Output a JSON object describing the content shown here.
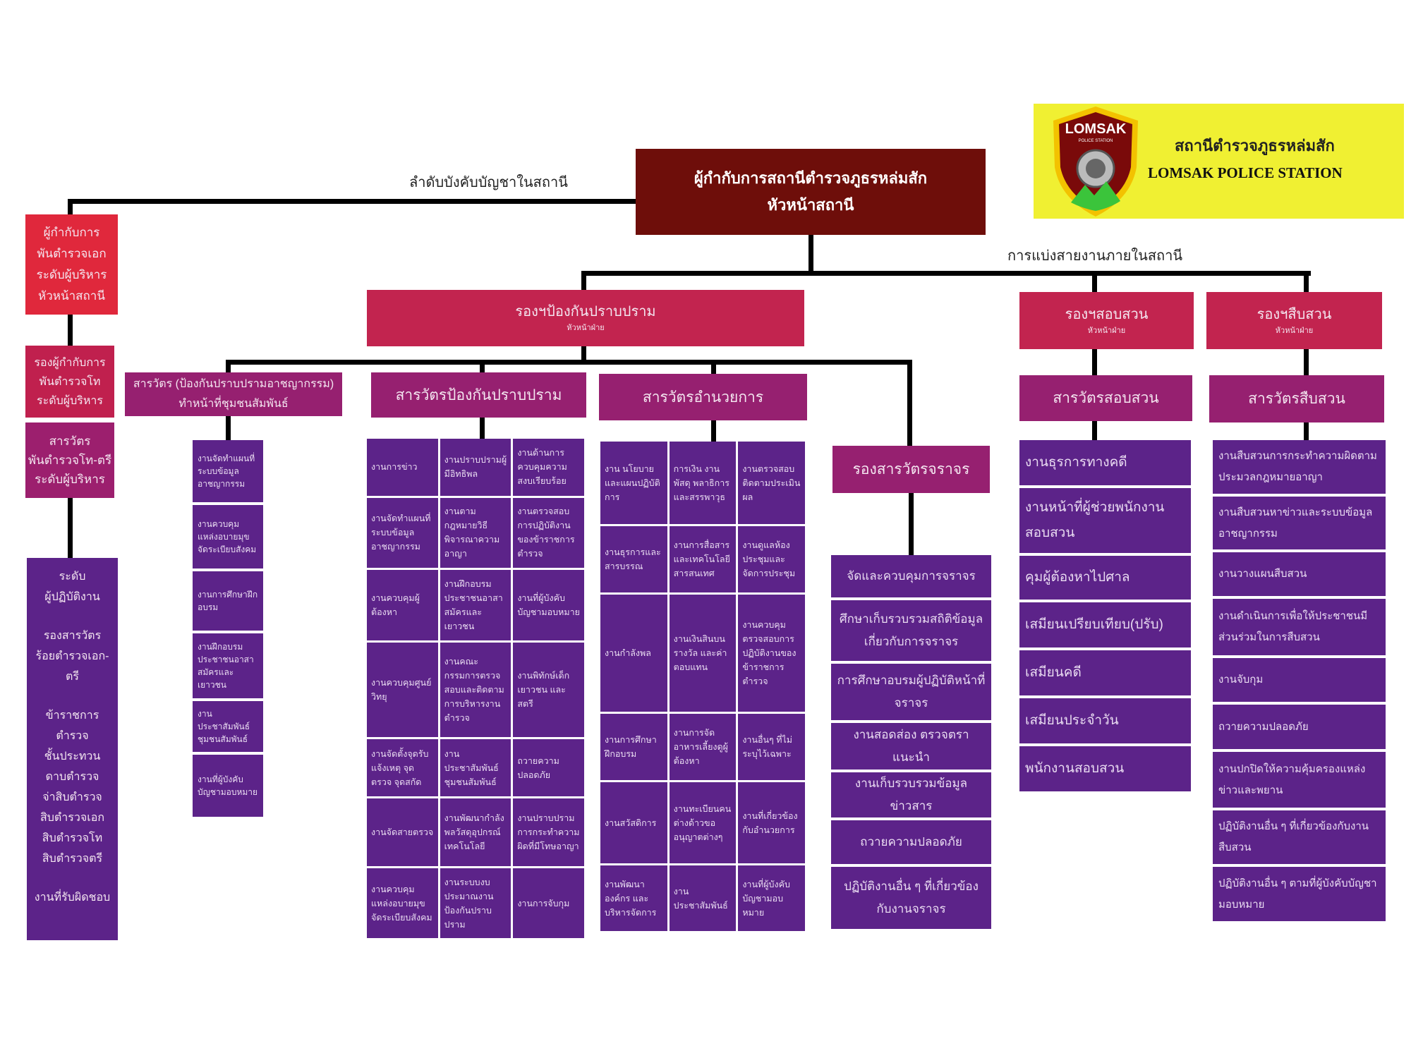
{
  "logo": {
    "badge_text": "LOMSAK",
    "badge_subtext": "POLICE STATION",
    "title_th": "สถานีตำรวจภูธรหล่มสัก",
    "title_en": "LOMSAK POLICE STATION"
  },
  "labels": {
    "chain_of_command": "ลำดับบังคับบัญชาในสถานี",
    "division_lines": "การแบ่งสายงานภายในสถานี"
  },
  "head": {
    "line1": "ผู้กำกับการสถานีตำรวจภูธรหล่มสัก",
    "line2": "หัวหน้าสถานี"
  },
  "ranks": {
    "superintendent": [
      "ผู้กำกับการ",
      "พันตำรวจเอก",
      "ระดับผู้บริหาร",
      "หัวหน้าสถานี"
    ],
    "deputy": [
      "รองผู้กำกับการ",
      "พันตำรวจโท",
      "ระดับผู้บริหาร"
    ],
    "inspector": [
      "สารวัตร",
      "พันตำรวจโท-ตรี",
      "ระดับผู้บริหาร"
    ],
    "operational": {
      "level": [
        "ระดับ",
        "ผู้ปฏิบัติงาน"
      ],
      "sub_inspector": [
        "รองสารวัตร",
        "ร้อยตำรวจเอก-",
        "ตรี"
      ],
      "ncos": [
        "ข้าราชการ",
        "ตำรวจ",
        "ชั้นประทวน",
        "ดาบตำรวจ",
        "จ่าสิบตำรวจ",
        "สิบตำรวจเอก",
        "สิบตำรวจโท",
        "สิบตำรวจตรี"
      ],
      "duties": "งานที่รับผิดชอบ"
    }
  },
  "deputies": {
    "prevention": {
      "title": "รองฯป้องกันปราบปราม",
      "sub": "หัวหน้าฝ่าย"
    },
    "inquiry": {
      "title": "รองฯสอบสวน",
      "sub": "หัวหน้าฝ่าย"
    },
    "investigation": {
      "title": "รองฯสืบสวน",
      "sub": "หัวหน้าฝ่าย"
    }
  },
  "sections": {
    "community": {
      "line1": "สารวัตร (ป้องกันปราบปรามอาชญากรรม)",
      "line2": "ทำหน้าที่ชุมชนสัมพันธ์"
    },
    "prevention": "สารวัตรป้องกันปราบปราม",
    "admin": "สารวัตรอำนวยการ",
    "traffic": "รองสารวัตรจราจร",
    "inquiry": "สารวัตรสอบสวน",
    "investigation": "สารวัตรสืบสวน"
  },
  "community_tasks": [
    "งานจัดทำแผนที่ระบบข้อมูลอาชญากรรม",
    "งานควบคุมแหล่งอบายมุขจัดระเบียบสังคม",
    "งานการศึกษาฝึกอบรม",
    "งานฝึกอบรมประชาชนอาสาสมัครและเยาวชน",
    "งานประชาสัมพันธ์ ชุมชนสัมพันธ์",
    "งานที่ผู้บังคับบัญชามอบหมาย"
  ],
  "prevention_tasks": [
    "งานการข่าว",
    "งานปราบปรามผู้มีอิทธิพล",
    "งานด้านการควบคุมความสงบเรียบร้อย",
    "งานจัดทำแผนที่ระบบข้อมูลอาชญากรรม",
    "งานตามกฎหมายวิธีพิจารณาความอาญา",
    "งานตรวจสอบการปฏิบัติงานของข้าราชการตำรวจ",
    "งานควบคุมผู้ต้องหา",
    "งานฝึกอบรมประชาชนอาสาสมัครและเยาวชน",
    "งานที่ผู้บังคับบัญชามอบหมาย",
    "งานควบคุมศูนย์วิทยุ",
    "งานคณะกรรมการตรวจสอบและติดตามการบริหารงานตำรวจ",
    "งานพิทักษ์เด็ก เยาวชน และสตรี",
    "งานจัดตั้งจุดรับแจ้งเหตุ จุดตรวจ จุดสกัด",
    "งานประชาสัมพันธ์ ชุมชนสัมพันธ์",
    "ถวายความปลอดภัย",
    "งานจัดสายตรวจ",
    "งานพัฒนากำลังพลวัสดุอุปกรณ์เทคโนโลยี",
    "งานปราบปรามการกระทำความผิดที่มีโทษอาญา",
    "งานควบคุมแหล่งอบายมุขจัดระเบียบสังคม",
    "งานระบบงบประมาณงานป้องกันปราบปราม",
    "งานการจับกุม"
  ],
  "admin_tasks": [
    "งาน นโยบายและแผนปฏิบัติการ",
    "การเงิน งานพัสดุ พลาธิการและสรรพาวุธ",
    "งานตรวจสอบติดตามประเมินผล",
    "งานธุรการและสารบรรณ",
    "งานการสื่อสารและเทคโนโลยีสารสนเทศ",
    "งานดูแลห้องประชุมและจัดการประชุม",
    "งานกำลังพล",
    "งานเงินสินบนรางวัล และค่าตอบแทน",
    "งานควบคุมตรวจสอบการปฏิบัติงานของข้าราชการตำรวจ",
    "งานการศึกษาฝึกอบรม",
    "งานการจัดอาหารเลี้ยงดูผู้ต้องหา",
    "งานอื่นๆ ที่ไม่ระบุไว้เฉพาะ",
    "งานสวัสดิการ",
    "งานทะเบียนคนต่างด้าวขออนุญาตต่างๆ",
    "งานที่เกี่ยวข้องกับอำนวยการ",
    "งานพัฒนาองค์กร และบริหารจัดการ",
    "งานประชาสัมพันธ์",
    "งานที่ผู้บังคับบัญชามอบหมาย"
  ],
  "traffic_tasks": [
    "จัดและควบคุมการจราจร",
    "ศึกษาเก็บรวบรวมสถิติข้อมูลเกี่ยวกับการจราจร",
    "การศึกษาอบรมผู้ปฏิบัติหน้าที่จราจร",
    "งานสอดส่อง ตรวจตรา แนะนำ",
    "งานเก็บรวบรวมข้อมูล ข่าวสาร",
    "ถวายความปลอดภัย",
    "ปฏิบัติงานอื่น ๆ ที่เกี่ยวข้องกับงานจราจร"
  ],
  "inquiry_tasks": [
    "งานธุรการทางคดี",
    "งานหน้าที่ผู้ช่วยพนักงานสอบสวน",
    "คุมผู้ต้องหาไปศาล",
    "เสมียนเปรียบเทียบ(ปรับ)",
    "เสมียนคดี",
    "เสมียนประจำวัน",
    "พนักงานสอบสวน"
  ],
  "investigation_tasks": [
    "งานสืบสวนการกระทำความผิดตามประมวลกฎหมายอาญา",
    "งานสืบสวนหาข่าวและระบบข้อมูลอาชญากรรม",
    "งานวางแผนสืบสวน",
    "งานดำเนินการเพื่อให้ประชาชนมีส่วนร่วมในการสืบสวน",
    "งานจับกุม",
    "ถวายความปลอดภัย",
    "งานปกปิดให้ความคุ้มครองแหล่งข่าวและพยาน",
    "ปฏิบัติงานอื่น ๆ ที่เกี่ยวข้องกับงานสืบสวน",
    "ปฏิบัติงานอื่น ๆ ตามที่ผู้บังคับบัญชามอบหมาย"
  ],
  "colors": {
    "head": "#6e0e0a",
    "deputy": "#c2244f",
    "section": "#962070",
    "task": "#5c2389",
    "logo_bg": "#f0f032"
  }
}
